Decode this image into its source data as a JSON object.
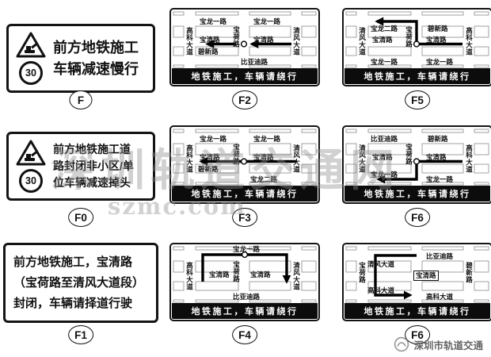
{
  "banner_text": "地铁施工，车辆请绕行",
  "watermark": {
    "title": "深圳轨道交通网",
    "url": "szmc.com"
  },
  "footer": {
    "brand": "深圳市轨道交通"
  },
  "text_signs": {
    "f": {
      "id": "F",
      "speed": "30",
      "lines": [
        "前方地铁施工",
        "车辆减速慢行"
      ]
    },
    "f0": {
      "id": "F0",
      "speed": "30",
      "lines": [
        "前方地铁施工道",
        "路封闭非小区/单",
        "位车辆减速掉头"
      ]
    },
    "f1": {
      "id": "F1",
      "lines": [
        "前方地铁施工，宝清路",
        "（宝荷路至清风大道段）",
        "封闭，车辆请择道行驶"
      ]
    }
  },
  "map_signs": {
    "f2": {
      "id": "F2",
      "roads": {
        "top_left": "宝龙一路",
        "top_right": "宝龙一路",
        "left_v": "高科大道",
        "center_v": "宝荷路",
        "right_v": "清风大道",
        "mid_left": "宝清路",
        "mid_right": "宝清路",
        "lower_left": "碧新路",
        "bottom": "比亚迪路"
      }
    },
    "f3": {
      "id": "F3",
      "roads": {
        "top_left": "宝龙一路",
        "top_right": "宝龙一路",
        "left_v": "高科大道",
        "center_v": "宝荷路",
        "right_v": "清风大道",
        "mid_left": "宝清路",
        "mid_right": "宝清路",
        "lower_left": "碧新路",
        "bottom": "宝龙二路"
      }
    },
    "f4": {
      "id": "F4",
      "roads": {
        "top": "宝龙一路",
        "left_v": "高科大道",
        "center_v": "宝荷路",
        "right_v": "清风大道",
        "mid_left": "宝清路",
        "mid_right": "宝清路",
        "bottom": "比亚迪路"
      }
    },
    "f5": {
      "id": "F5",
      "roads": {
        "top_left": "宝龙二路",
        "top_right": "碧新路",
        "left_v": "清风大道",
        "center_v": "宝荷路",
        "right_v": "高科大道",
        "mid_left": "宝清路",
        "mid_right": "宝清路",
        "bottom_left": "宝龙一路",
        "bottom_right": "宝龙一路"
      }
    },
    "f6a": {
      "id": "F6",
      "roads": {
        "top_left": "比亚迪路",
        "top_right": "碧新路",
        "left_v": "清风大道",
        "center_v": "宝荷路",
        "right_v": "高科大道",
        "mid_left": "宝清路",
        "mid_right": "宝清路",
        "bottom_left": "宝龙一路",
        "bottom_right": "宝龙一路"
      }
    },
    "f6b": {
      "id": "F6",
      "roads": {
        "top_left": "清风大道",
        "top_right": "比亚迪路",
        "left_v": "宝荷路",
        "right_v": "碧新路",
        "center_box": "宝清路",
        "bottom_left": "高科大道",
        "bottom_right": "高科大道"
      }
    }
  }
}
